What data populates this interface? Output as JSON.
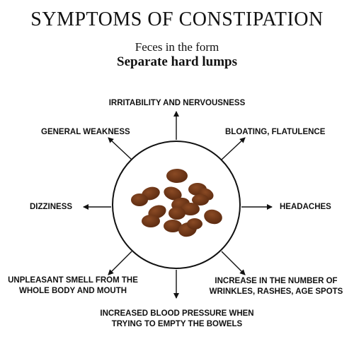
{
  "title": "SYMPTOMS OF CONSTIPATION",
  "subtitle": "Feces in the form",
  "form": "Separate hard lumps",
  "symptoms": {
    "top": "IRRITABILITY AND NERVOUSNESS",
    "top_left": "GENERAL WEAKNESS",
    "top_right": "BLOATING, FLATULENCE",
    "left": "DIZZINESS",
    "right": "HEADACHES",
    "bottom_left_1": "UNPLEASANT SMELL FROM THE",
    "bottom_left_2": "WHOLE BODY AND MOUTH",
    "bottom_right_1": "INCREASE IN THE NUMBER OF",
    "bottom_right_2": "WRINKLES, RASHES, AGE SPOTS",
    "bottom_1": "INCREASED BLOOD PRESSURE WHEN",
    "bottom_2": "TRYING TO EMPTY THE BOWELS"
  },
  "side_id": "271131357",
  "colors": {
    "stool": "#6b3316",
    "stool_highlight": "#8a4a24",
    "line": "#111111"
  }
}
